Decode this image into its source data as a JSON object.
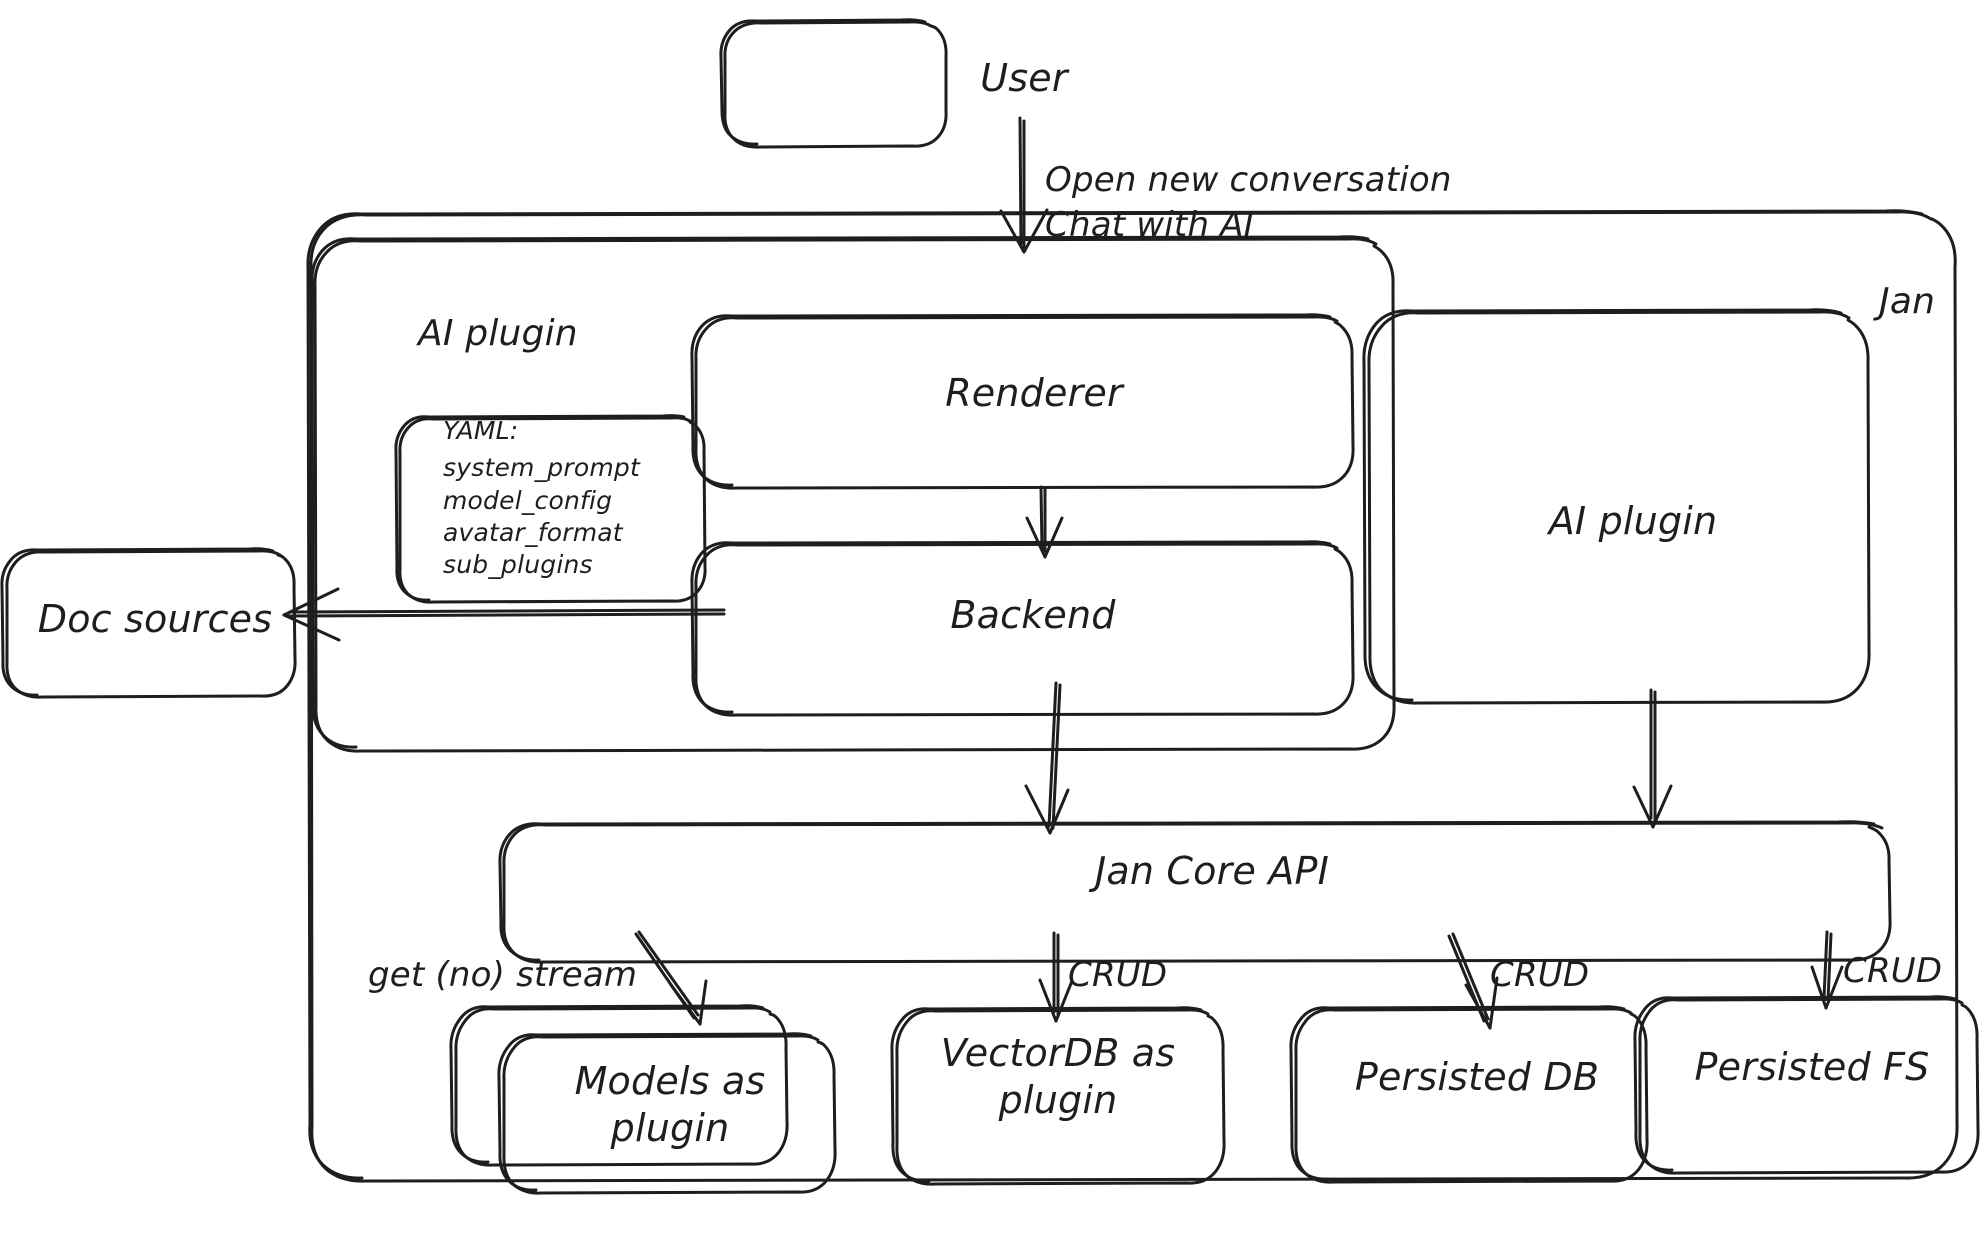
{
  "diagram": {
    "title_label": "Jan",
    "style": "hand-drawn",
    "stroke_color": "#1e1e1e",
    "background_color": "#ffffff"
  },
  "nodes": {
    "user": {
      "label": "User"
    },
    "jan_container": {
      "label": "Jan"
    },
    "ai_plugin_group": {
      "label": "AI plugin"
    },
    "yaml": {
      "heading": "YAML:",
      "items": [
        "system_prompt",
        "model_config",
        "avatar_format",
        "sub_plugins"
      ]
    },
    "renderer": {
      "label": "Renderer"
    },
    "backend": {
      "label": "Backend"
    },
    "ai_plugin_right": {
      "label": "AI plugin"
    },
    "doc_sources": {
      "label": "Doc sources"
    },
    "jan_core_api": {
      "label": "Jan Core API"
    },
    "models_plugin": {
      "label_line1": "Models as",
      "label_line2": "plugin"
    },
    "vectordb_plugin": {
      "label_line1": "VectorDB as",
      "label_line2": "plugin"
    },
    "persisted_db": {
      "label": "Persisted DB"
    },
    "persisted_fs": {
      "label": "Persisted FS"
    }
  },
  "edges": {
    "user_to_renderer": {
      "line1": "Open new conversation",
      "line2": "Chat with AI"
    },
    "core_to_models": {
      "label": "get (no) stream"
    },
    "core_to_vectordb": {
      "label": "CRUD"
    },
    "core_to_db": {
      "label": "CRUD"
    },
    "core_to_fs": {
      "label": "CRUD"
    }
  }
}
